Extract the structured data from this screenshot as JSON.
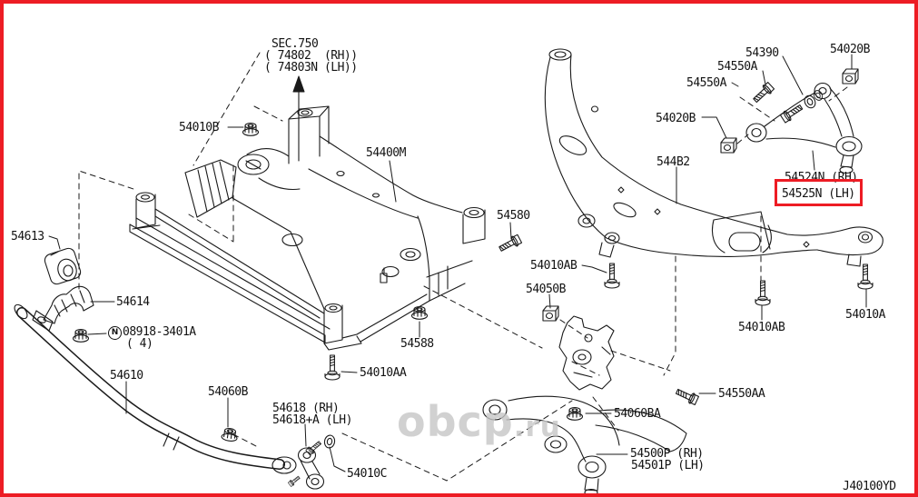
{
  "diagram": {
    "type": "exploded-parts-diagram",
    "code": "J40100YD",
    "watermark": {
      "name": "obcp",
      "tld": ".ru"
    },
    "colors": {
      "border": "#ed1c24",
      "highlight": "#ed1c24",
      "line": "#1a1a1a"
    },
    "section_reference": {
      "title": "SEC.750",
      "rh": "( 74802  (RH))",
      "lh": "( 74803N (LH))"
    },
    "highlighted_part": "54525N (LH)",
    "labels": {
      "p54010B": "54010B",
      "p54400M": "54400M",
      "p54580": "54580",
      "p54613": "54613",
      "p54614": "54614",
      "nut_symbol": "N",
      "p08918": "08918-3401A",
      "p08918_qty": "( 4)",
      "p54610": "54610",
      "p54588": "54588",
      "p54010AA": "54010AA",
      "p54060B": "54060B",
      "p54618_rh": "54618 (RH)",
      "p54618_lh": "54618+A (LH)",
      "p54010C": "54010C",
      "p54010AB_1": "54010AB",
      "p54050B": "54050B",
      "p544B2": "544B2",
      "p54020B_left": "54020B",
      "p54020B_top": "54020B",
      "p54390": "54390",
      "p54550A_1": "54550A",
      "p54550A_2": "54550A",
      "p54524N": "54524N (RH)",
      "p54525N": "54525N (LH)",
      "p54010AB_2": "54010AB",
      "p54010A": "54010A",
      "p54550AA": "54550AA",
      "p54060BA": "54060BA",
      "p54500P": "54500P (RH)",
      "p54501P": "54501P (LH)"
    }
  }
}
